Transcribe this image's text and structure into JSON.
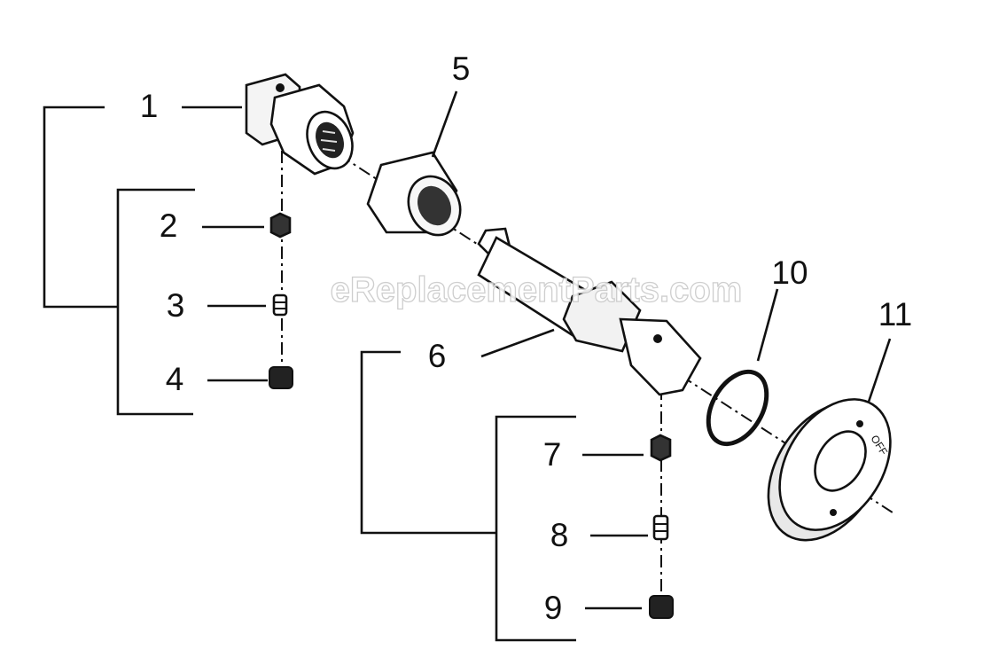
{
  "watermark": "eReplacementParts.com",
  "callouts": [
    "1",
    "2",
    "3",
    "4",
    "5",
    "6",
    "7",
    "8",
    "9",
    "10",
    "11"
  ],
  "ring_marking": "OFF"
}
